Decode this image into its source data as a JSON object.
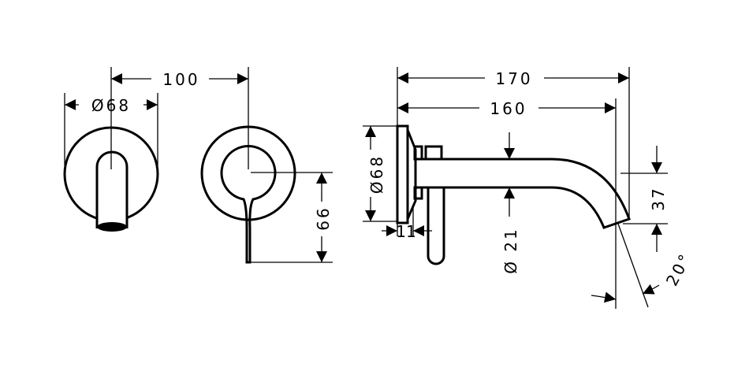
{
  "drawing": {
    "front_view_spout": {
      "diameter_label": "Ø68",
      "spacing_label": "100"
    },
    "front_view_lever": {
      "height_label": "66"
    },
    "side_view": {
      "overall_length_label": "170",
      "projection_label": "160",
      "plate_diameter_label": "Ø68",
      "plate_depth_label": "11",
      "pipe_diameter_label": "Ø 21",
      "outlet_height_label": "37",
      "outlet_angle_label": "20°"
    }
  }
}
